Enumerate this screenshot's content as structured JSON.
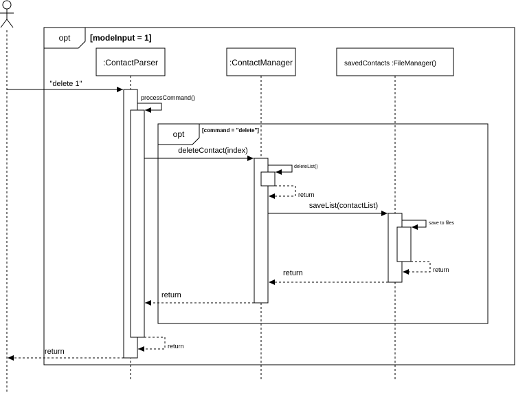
{
  "actor": {
    "name": ""
  },
  "outer_fragment": {
    "operator": "opt",
    "guard": "[modeInput = 1]"
  },
  "inner_fragment": {
    "operator": "opt",
    "guard": "[command = \"delete\"]"
  },
  "participants": {
    "contact_parser": ":ContactParser",
    "contact_manager": ":ContactManager",
    "file_manager": "savedContacts :FileManager()"
  },
  "messages": {
    "delete_input": "\"delete 1\"",
    "process_command": "processCommand()",
    "delete_contact": "deleteContact(index)",
    "delete_list": "deleteList()",
    "save_list": "saveList(contactList)",
    "save_to_files": "save to files"
  },
  "returns": {
    "delete_list_return": "return",
    "save_to_files_return": "return",
    "save_list_return": "return",
    "delete_contact_return": "return",
    "process_command_return": "return",
    "final_return": "return"
  },
  "colors": {
    "line": "#000000",
    "background": "#ffffff"
  }
}
